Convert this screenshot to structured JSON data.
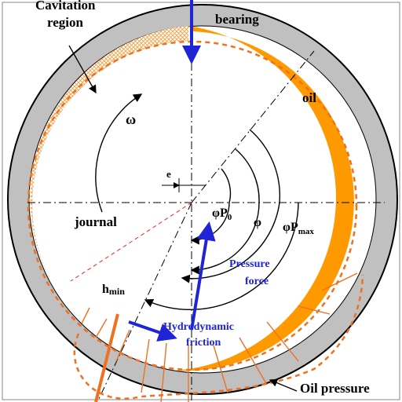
{
  "labels": {
    "cavitation_line1": "Cavitation",
    "cavitation_line2": "region",
    "bearing": "bearing",
    "oil": "oil",
    "omega": "ω",
    "e": "e",
    "phi_p0": "φP",
    "phi_p0_sub": "0",
    "phi": "φ",
    "phi_pmax": "φP",
    "phi_pmax_sub": "max",
    "journal": "journal",
    "pressure_force_line1": "Pressure",
    "pressure_force_line2": "force",
    "h_min": "h",
    "h_min_sub": "min",
    "hydro_line1": "Hydrodynamic",
    "hydro_line2": "friction",
    "oil_pressure": "Oil pressure"
  },
  "colors": {
    "bearing": "#c0c0c0",
    "oil": "#ff9900",
    "force": "#1f25d6",
    "pressure": "#f07020",
    "dashed_red": "#e8262a"
  }
}
